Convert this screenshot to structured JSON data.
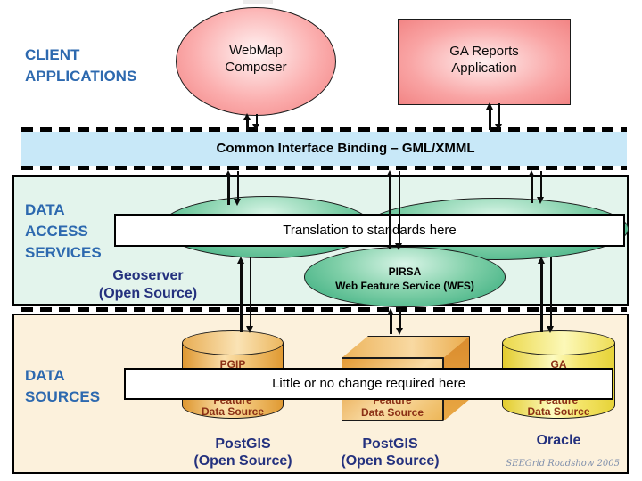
{
  "client": {
    "label_line1": "CLIENT",
    "label_line2": "APPLICATIONS",
    "webmap": {
      "line1": "WebMap",
      "line2": "Composer"
    },
    "ga_reports": {
      "line1": "GA Reports",
      "line2": "Application"
    }
  },
  "binding_bar": {
    "label": "Common Interface Binding – GML/XMML"
  },
  "access": {
    "label_line1": "DATA",
    "label_line2": "ACCESS",
    "label_line3": "SERVICES",
    "translation_note": "Translation to standards here",
    "geoserver": {
      "line1": "Geoserver",
      "line2": "(Open Source)"
    },
    "pirsa": {
      "line1": "PIRSA",
      "line2": "Web Feature Service (WFS)"
    }
  },
  "sources": {
    "label_line1": "DATA",
    "label_line2": "SOURCES",
    "change_note": "Little or no change required here",
    "pirsa_db": {
      "name": "PGIP",
      "line2": "Feature",
      "line3": "Data Source",
      "tech1": "PostGIS",
      "tech2": "(Open Source)"
    },
    "mid_db": {
      "line2": "Feature",
      "line3": "Data Source",
      "tech1": "PostGIS",
      "tech2": "(Open Source)"
    },
    "ga_db": {
      "name": "GA",
      "line2": "Feature",
      "line3": "Data Source",
      "tech1": "Oracle"
    },
    "footnote": "SEEGrid Roadshow 2005"
  },
  "colors": {
    "section_label_blue": "#2D69AF",
    "navy_text": "#24317E",
    "db_text_maroon": "#8B3016",
    "bar_fill": "#C8E8F8",
    "access_band_fill": "#E3F4EC",
    "sources_band_fill": "#FCF1DC",
    "pink_fill": "#F58C8C",
    "green_fill": "#2FA878",
    "orange_fill": "#EFAF4E",
    "yellow_fill": "#F2E35B"
  }
}
